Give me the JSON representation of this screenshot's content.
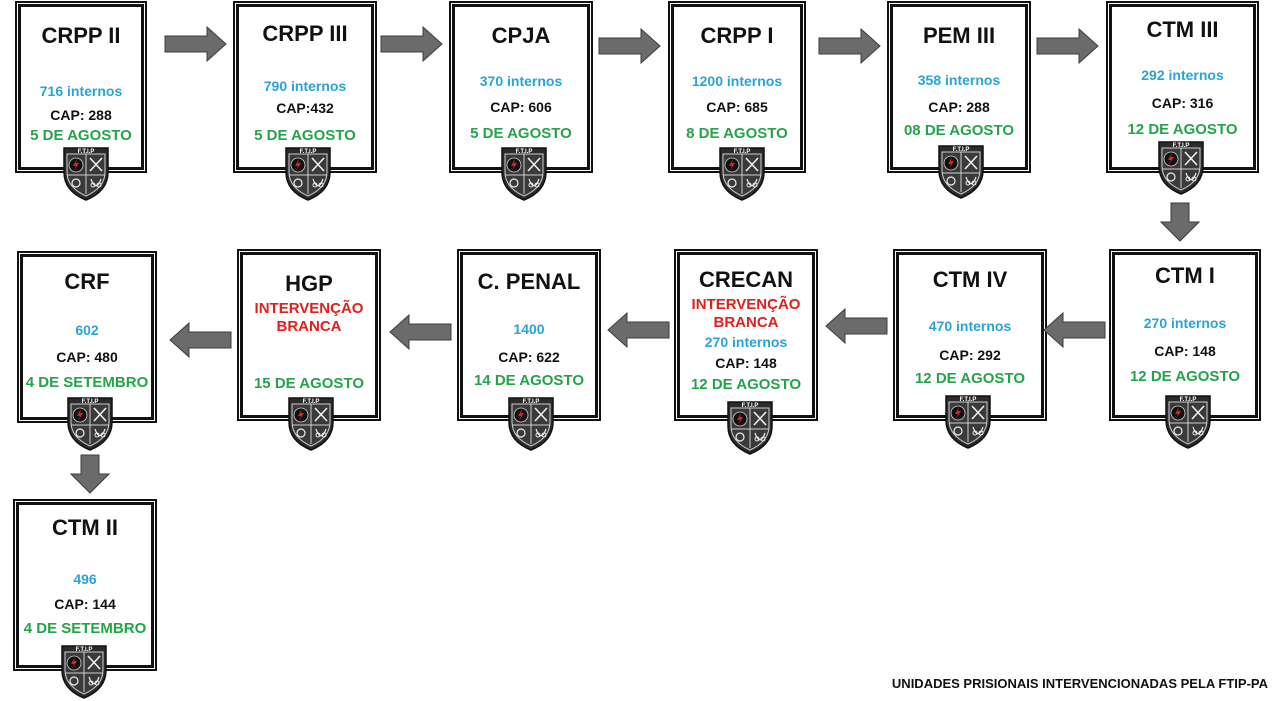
{
  "units": [
    {
      "name": "CRPP II",
      "internos": "716 internos",
      "cap": "CAP:  288",
      "date": "5 DE AGOSTO"
    },
    {
      "name": "CRPP III",
      "internos": "790 internos",
      "cap": "CAP:432",
      "date": "5 DE AGOSTO"
    },
    {
      "name": "CPJA",
      "internos": "370 internos",
      "cap": "CAP:  606",
      "date": "5 DE AGOSTO"
    },
    {
      "name": "CRPP I",
      "internos": "1200 internos",
      "cap": "CAP:  685",
      "date": "8 DE AGOSTO"
    },
    {
      "name": "PEM III",
      "internos": "358 internos",
      "cap": "CAP:  288",
      "date": "08 DE AGOSTO"
    },
    {
      "name": "CTM III",
      "internos": "292 internos",
      "cap": "CAP:  316",
      "date": "12 DE AGOSTO"
    },
    {
      "name": "CTM I",
      "internos": "270 internos",
      "cap": "CAP: 148",
      "date": "12 DE AGOSTO"
    },
    {
      "name": "CTM IV",
      "internos": "470 internos",
      "cap": "CAP: 292",
      "date": "12 DE AGOSTO"
    },
    {
      "name": "CRECAN",
      "red1": "INTERVENÇÃO",
      "red2": "BRANCA",
      "internos": "270 internos",
      "cap": "CAP: 148",
      "date": "12 DE AGOSTO"
    },
    {
      "name": "C. PENAL",
      "internos": "1400",
      "cap": "CAP: 622",
      "date": "14 DE AGOSTO"
    },
    {
      "name": "HGP",
      "red1": "INTERVENÇÃO",
      "red2": "BRANCA",
      "date": "15 DE AGOSTO"
    },
    {
      "name": "CRF",
      "internos": "602",
      "cap": "CAP: 480",
      "date": "4 DE SETEMBRO"
    },
    {
      "name": "CTM II",
      "internos": "496",
      "cap": "CAP: 144",
      "date": "4 DE SETEMBRO"
    }
  ],
  "badge_text": "F.T.I.P",
  "footer": "UNIDADES PRISIONAIS INTERVENCIONADAS PELA FTIP-PA",
  "colors": {
    "blue": "#2aa3d6",
    "green": "#23a44a",
    "red": "#e0201c",
    "arrow": "#6b6b6b"
  }
}
